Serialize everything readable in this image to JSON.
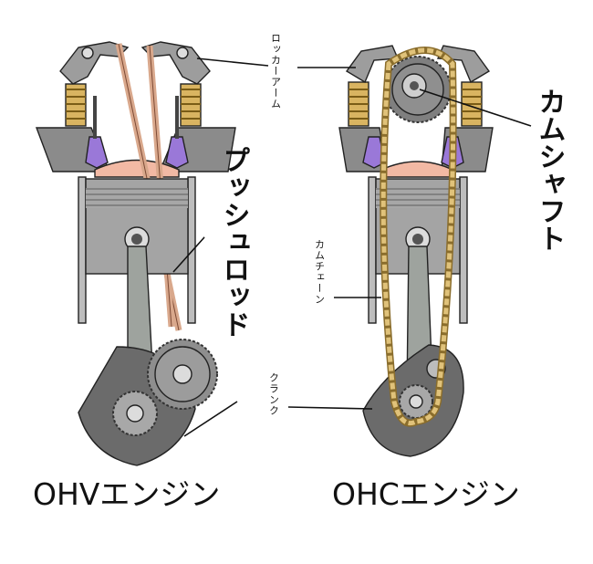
{
  "diagram": {
    "labels": {
      "rocker_arm": "ロッカーアーム",
      "pushrod": "プッシュロッド",
      "camshaft": "カムシャフト",
      "cam_chain": "カムチェーン",
      "crank": "クランク"
    },
    "titles": {
      "ohv": "OHVエンジン",
      "ohc": "OHCエンジン"
    }
  }
}
